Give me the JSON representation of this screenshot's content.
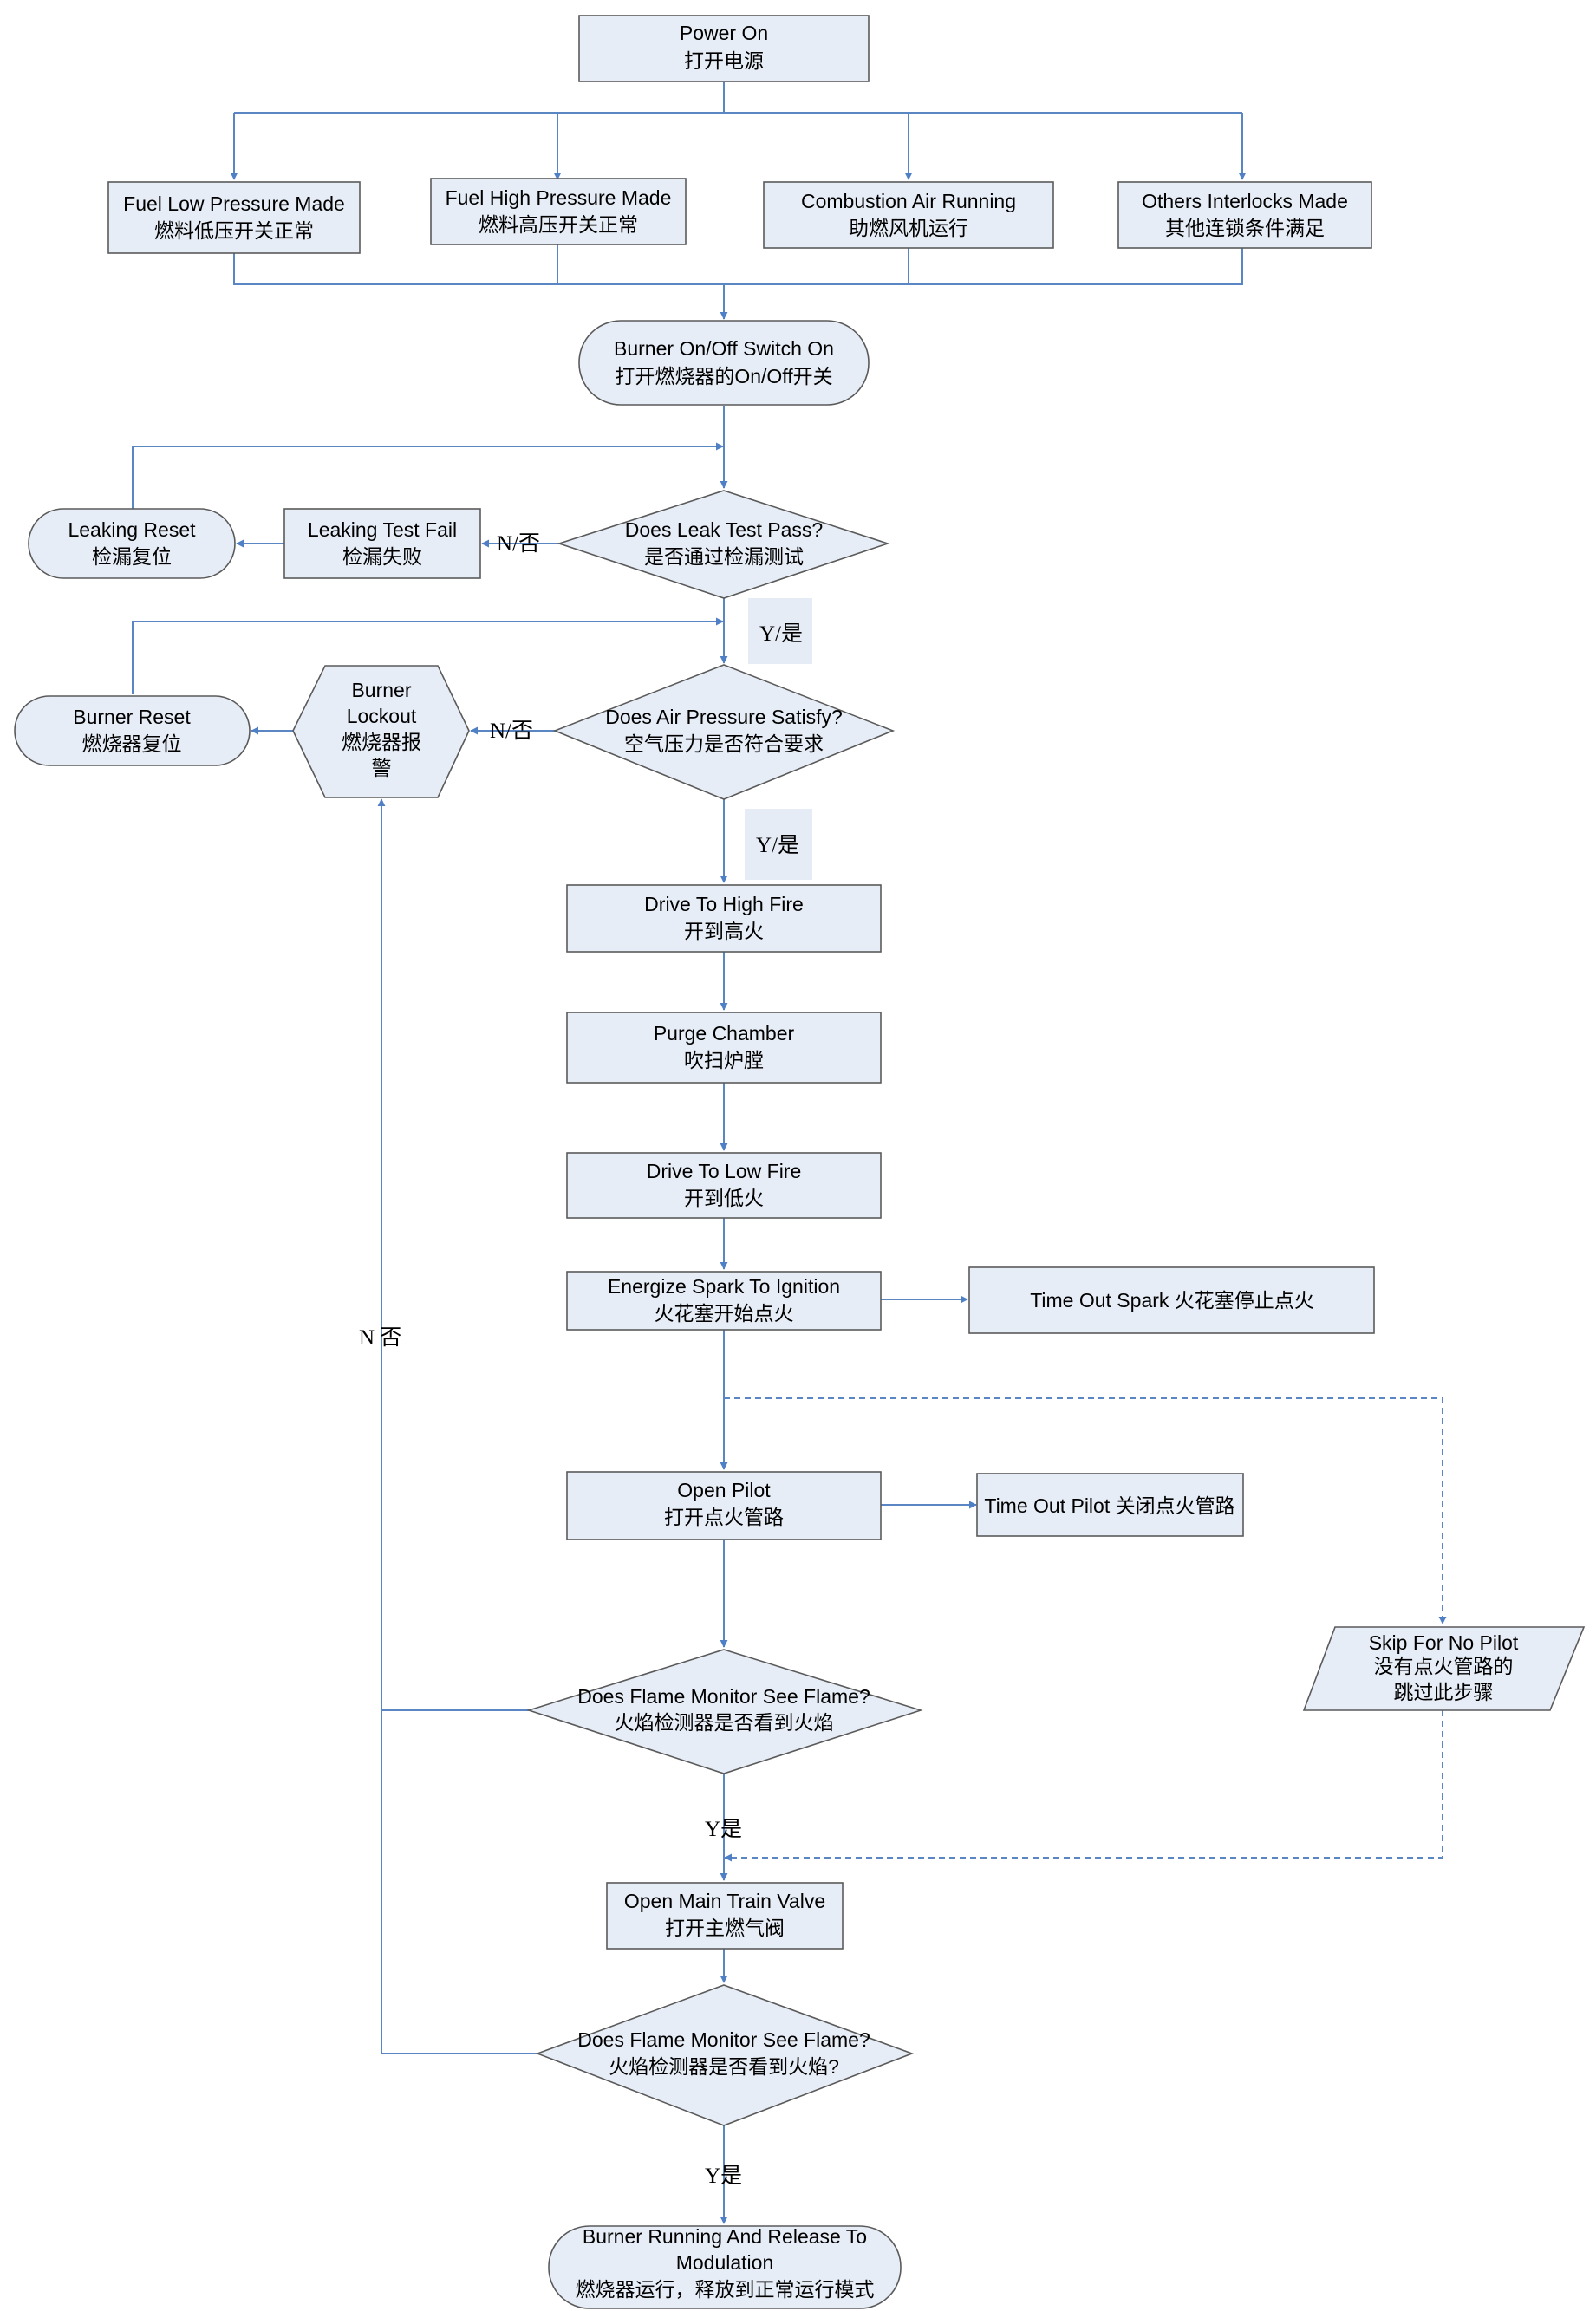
{
  "nodes": {
    "power_on": {
      "en": "Power On",
      "zh": "打开电源"
    },
    "fuel_low": {
      "en": "Fuel Low Pressure Made",
      "zh": "燃料低压开关正常"
    },
    "fuel_high": {
      "en": "Fuel High Pressure Made",
      "zh": "燃料高压开关正常"
    },
    "combustion_air": {
      "en": "Combustion Air Running",
      "zh": "助燃风机运行"
    },
    "other_interlocks": {
      "en": "Others Interlocks Made",
      "zh": "其他连锁条件满足"
    },
    "burner_switch": {
      "en": "Burner On/Off Switch On",
      "zh": "打开燃烧器的On/Off开关"
    },
    "leak_test": {
      "en": "Does Leak Test Pass?",
      "zh": "是否通过检漏测试"
    },
    "leak_fail": {
      "en": "Leaking Test Fail",
      "zh": "检漏失败"
    },
    "leak_reset": {
      "en": "Leaking Reset",
      "zh": "检漏复位"
    },
    "air_pressure": {
      "en": "Does Air Pressure Satisfy?",
      "zh": "空气压力是否符合要求"
    },
    "lockout": {
      "line1": "Burner",
      "line2": "Lockout",
      "line3": "燃烧器报",
      "line4": "警"
    },
    "burner_reset": {
      "en": "Burner Reset",
      "zh": "燃烧器复位"
    },
    "high_fire": {
      "en": "Drive To High Fire",
      "zh": "开到高火"
    },
    "purge": {
      "en": "Purge Chamber",
      "zh": "吹扫炉膛"
    },
    "low_fire": {
      "en": "Drive To Low Fire",
      "zh": "开到低火"
    },
    "spark": {
      "en": "Energize Spark To Ignition",
      "zh": "火花塞开始点火"
    },
    "timeout_spark": {
      "en": "Time Out Spark",
      "zh": "火花塞停止点火"
    },
    "open_pilot": {
      "en": "Open Pilot",
      "zh": "打开点火管路"
    },
    "timeout_pilot": {
      "en": "Time Out Pilot",
      "zh": "关闭点火管路"
    },
    "skip_pilot": {
      "line1": "Skip For No Pilot",
      "line2": "没有点火管路的",
      "line3": "跳过此步骤"
    },
    "flame_1": {
      "en": "Does Flame Monitor See Flame?",
      "zh": "火焰检测器是否看到火焰"
    },
    "main_valve": {
      "en": "Open Main Train Valve",
      "zh": "打开主燃气阀"
    },
    "flame_2": {
      "en": "Does Flame Monitor See Flame?",
      "zh": "火焰检测器是否看到火焰?"
    },
    "running": {
      "line1": "Burner Running And Release To",
      "line2": "Modulation",
      "line3": "燃烧器运行，释放到正常运行模式"
    }
  },
  "edge_labels": {
    "leak_no": "N/否",
    "leak_yes": "Y/是",
    "air_no": "N/否",
    "air_yes": "Y/是",
    "flame_no": "N 否",
    "flame1_yes": "Y是",
    "flame2_yes": "Y是"
  },
  "colors": {
    "box_fill": "#e7edf6",
    "box_stroke": "#5a5a5a",
    "connector": "#5b86c4",
    "tag_fill": "#e6ecf5"
  }
}
